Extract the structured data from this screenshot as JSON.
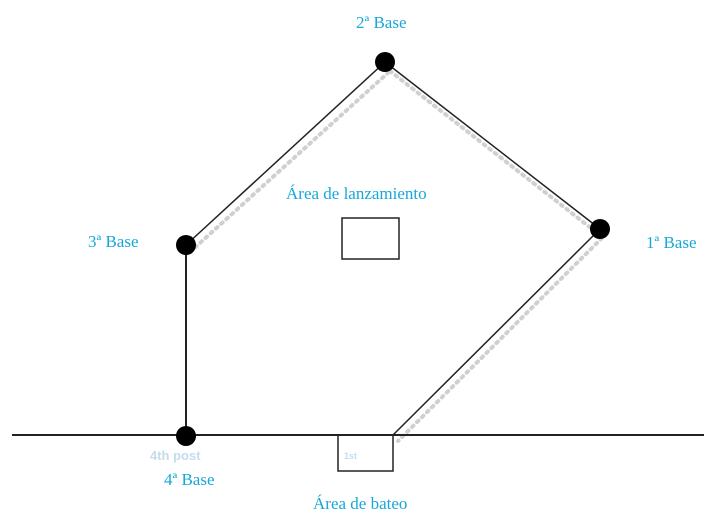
{
  "colors": {
    "label_color": "#17a8d8",
    "line_color": "#222222",
    "dotted_color": "#d0d0d0",
    "base_fill": "#000000",
    "faint_text": "#9ec6de"
  },
  "labels": {
    "second_base": "2ª Base",
    "third_base": "3ª Base",
    "first_base": "1ª Base",
    "home_base": "4ª Base",
    "pitching_area": "Área  de lanzamiento",
    "batting_area": "Área de bateo"
  },
  "faint_text": {
    "ghost_home": "4th post",
    "ghost_first": "1st"
  }
}
